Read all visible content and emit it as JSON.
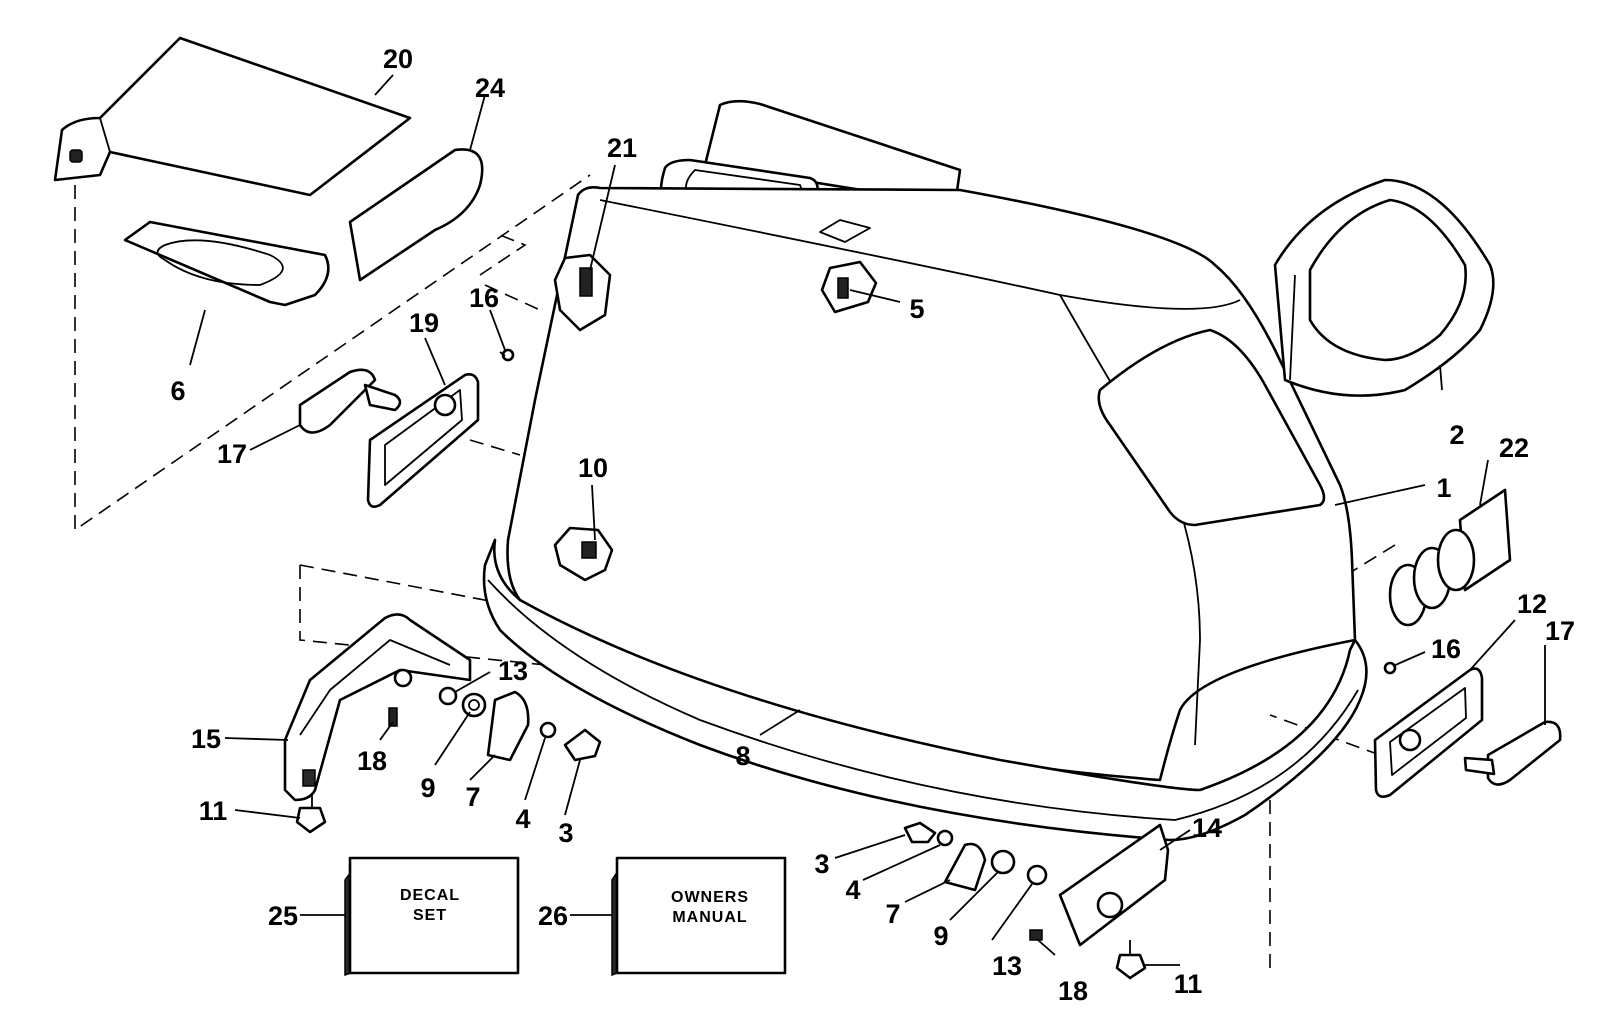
{
  "callouts": {
    "c1": "1",
    "c2": "2",
    "c3a": "3",
    "c3b": "3",
    "c4a": "4",
    "c4b": "4",
    "c5": "5",
    "c6": "6",
    "c7a": "7",
    "c7b": "7",
    "c8": "8",
    "c9a": "9",
    "c9b": "9",
    "c10": "10",
    "c11a": "11",
    "c11b": "11",
    "c12": "12",
    "c13a": "13",
    "c13b": "13",
    "c14": "14",
    "c15": "15",
    "c16a": "16",
    "c16b": "16",
    "c17a": "17",
    "c17b": "17",
    "c18a": "18",
    "c18b": "18",
    "c19": "19",
    "c20": "20",
    "c21": "21",
    "c22": "22",
    "c24": "24",
    "c25": "25",
    "c26": "26"
  },
  "boxes": {
    "decal": {
      "line1": "DECAL",
      "line2": "SET"
    },
    "manual": {
      "line1": "OWNERS",
      "line2": "MANUAL"
    }
  }
}
